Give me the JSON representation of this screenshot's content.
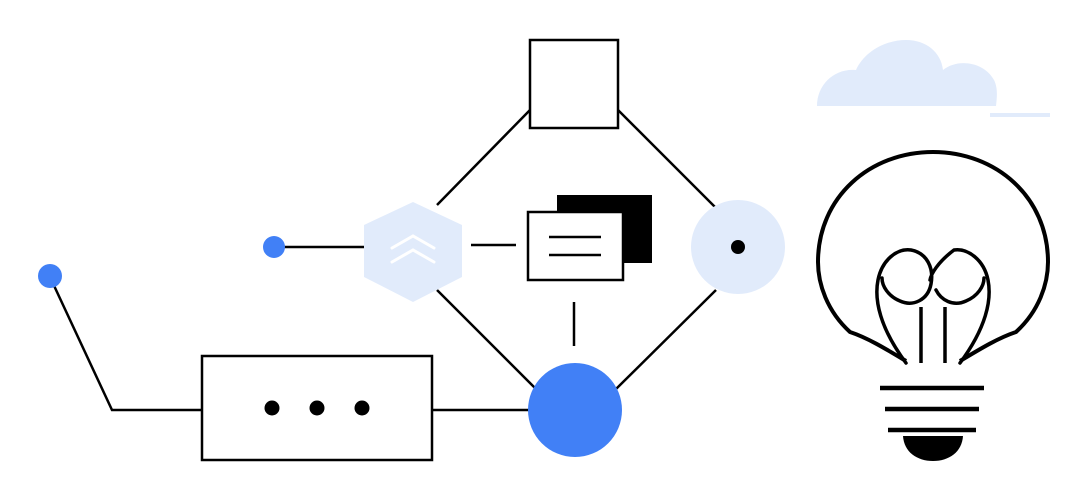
{
  "illustration": {
    "colors": {
      "stroke": "#000000",
      "accent_blue": "#4180F6",
      "light_blue": "#E1EBFB",
      "background": "#FFFFFF"
    },
    "nodes": [
      {
        "name": "square-node-top",
        "icon": "square"
      },
      {
        "name": "hexagon-node",
        "icon": "double-chevron-up-icon"
      },
      {
        "name": "document-node",
        "icon": "stacked-cards-icon"
      },
      {
        "name": "light-circle-node",
        "icon": "dot-icon"
      },
      {
        "name": "blue-circle-node",
        "icon": "filled-circle"
      },
      {
        "name": "ellipsis-box",
        "icon": "more-horizontal-icon"
      },
      {
        "name": "lightbulb",
        "icon": "lightbulb-icon"
      },
      {
        "name": "cloud",
        "icon": "cloud-icon"
      }
    ]
  }
}
